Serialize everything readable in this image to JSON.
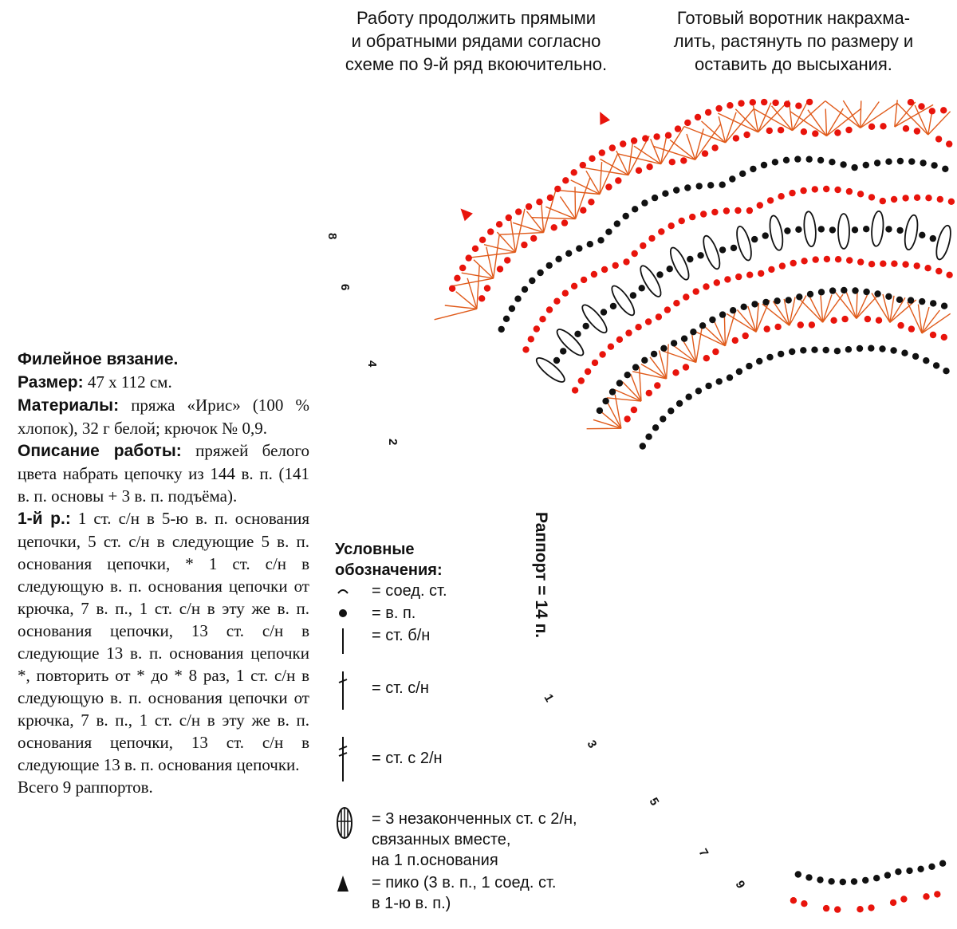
{
  "notes": {
    "top_left": [
      "Работу продолжить прямыми",
      "и обратными рядами согласно",
      "схеме по 9-й ряд вкоючительно."
    ],
    "top_right": [
      "Готовый воротник накрахма-",
      "лить, растянуть по размеру и",
      "оставить до высыхания."
    ]
  },
  "description": {
    "title": "Филейное вязание.",
    "size_label": "Размер:",
    "size_value": " 47 х 112 см.",
    "materials_label": "Материалы:",
    "materials_value": " пряжа «Ирис» (100 % хлопок), 32 г белой; крючок № 0,9.",
    "work_label": "Описание работы:",
    "work_value": " пряжей белого цвета набрать цепочку из 144 в. п. (141 в. п. основы + 3 в. п. подъёма).",
    "row1_label": "1-й р.:",
    "row1_value": " 1 ст. с/н в 5-ю в. п. основания цепочки, 5 ст. с/н в следующие 5 в. п. основания цепочки, * 1 ст. с/н в следующую в. п. основания цепочки от крючка, 7 в. п., 1 ст. с/н в эту же в. п. основания цепочки, 13 ст. с/н в следующие 13 в. п. основания цепочки *, повторить от * до * 8 раз, 1 ст. с/н в следующую в. п. основания цепочки от крючка, 7 в. п., 1 ст. с/н в эту же в. п. основания цепочки, 13 ст. с/н в следующие 13 в. п. основания цепочки.",
    "total": "Всего 9 раппортов."
  },
  "legend": {
    "title_line1": "Условные",
    "title_line2": "обозначения:",
    "items": [
      {
        "symbol": "slip-stitch-icon",
        "text": "= соед. ст."
      },
      {
        "symbol": "chain-dot-icon",
        "text": "= в. п."
      },
      {
        "symbol": "single-crochet-icon",
        "text": "= ст. б/н"
      },
      {
        "symbol": "double-crochet-icon",
        "text": "= ст. с/н"
      },
      {
        "symbol": "treble-crochet-icon",
        "text": "= ст. с 2/н"
      },
      {
        "symbol": "cluster-icon",
        "text_lines": [
          "= 3 незаконченных ст. с 2/н,",
          "связанных вместе,",
          "на 1 п.основания"
        ]
      },
      {
        "symbol": "picot-icon",
        "text_lines": [
          "= пико (3 в. п., 1 соед. ст.",
          "в 1-ю в. п.)"
        ]
      }
    ]
  },
  "diagram": {
    "rapport_label": "Раппорт = 14 п.",
    "left_row_numbers": [
      "8",
      "6",
      "4",
      "2"
    ],
    "bottom_row_numbers": [
      "1",
      "3",
      "5",
      "7",
      "9"
    ],
    "colors": {
      "black": "#111111",
      "red": "#e8140c",
      "orange": "#e05a1a"
    }
  }
}
